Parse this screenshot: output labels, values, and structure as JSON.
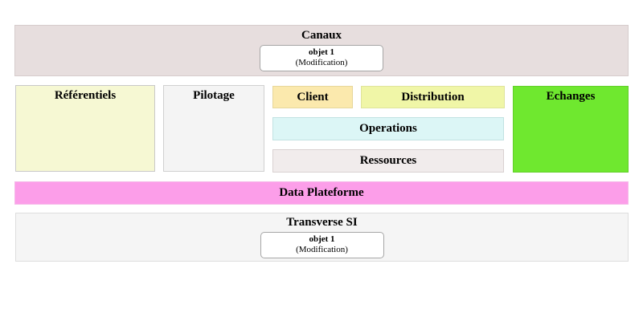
{
  "diagram": {
    "canaux": {
      "label": "Canaux",
      "object": {
        "name": "objet 1",
        "action": "(Modification)"
      }
    },
    "referentiels": {
      "label": "Référentiels"
    },
    "pilotage": {
      "label": "Pilotage"
    },
    "client": {
      "label": "Client"
    },
    "distribution": {
      "label": "Distribution"
    },
    "operations": {
      "label": "Operations"
    },
    "ressources": {
      "label": "Ressources"
    },
    "echanges": {
      "label": "Echanges"
    },
    "data_plateforme": {
      "label": "Data Plateforme"
    },
    "transverse_si": {
      "label": "Transverse SI",
      "object": {
        "name": "objet 1",
        "action": "(Modification)"
      }
    }
  },
  "colors": {
    "canaux_bg": "#e7dede",
    "referentiels_bg": "#f6f8d3",
    "pilotage_bg": "#f4f4f4",
    "client_bg": "#fbe9ad",
    "distribution_bg": "#f0f6a7",
    "operations_bg": "#dcf6f6",
    "ressources_bg": "#f1ecec",
    "echanges_bg": "#6fe82f",
    "data_plateforme_bg": "#fc9ee9",
    "transverse_si_bg": "#f5f5f5",
    "object_card_bg": "#ffffff",
    "text": "#000000"
  }
}
